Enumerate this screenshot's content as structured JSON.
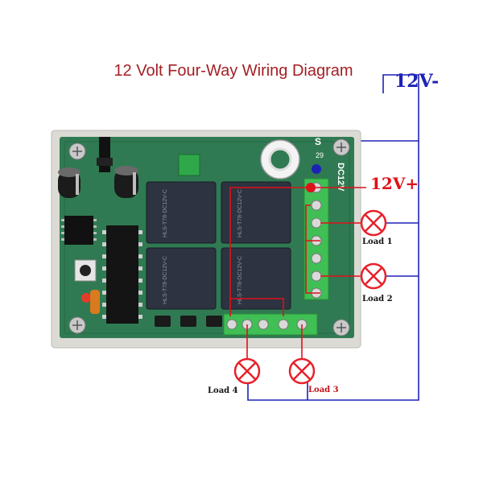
{
  "diagram": {
    "title": "12 Volt Four-Way Wiring Diagram",
    "voltage_negative": "12V-",
    "voltage_positive": "12V+",
    "board_label": "DC12V",
    "terminal_label": "S",
    "terminal_number": "29",
    "relay_text": "HLS-T78-DC12V-C",
    "loads": [
      {
        "label": "Load 1"
      },
      {
        "label": "Load 2"
      },
      {
        "label": "Load 3"
      },
      {
        "label": "Load 4"
      }
    ]
  },
  "colors": {
    "title": "#a31f24",
    "negative_wire": "#1d22b5",
    "positive_wire": "#e0101a",
    "load_ring": "#e8202a",
    "board": "#2f7a52",
    "relay": "#2d3340",
    "terminal_block": "#3fbf54",
    "load_label": "#111111",
    "load3_label": "#c0121b"
  }
}
